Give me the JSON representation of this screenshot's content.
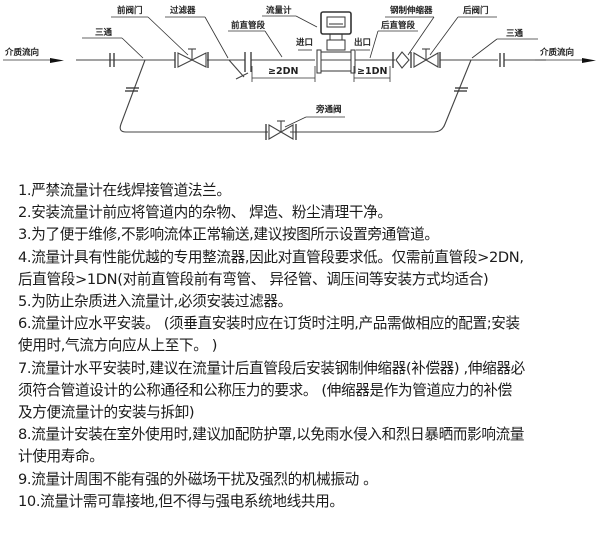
{
  "diagram": {
    "labels": {
      "flow_direction_in": "介质流向",
      "flow_direction_out": "介质流向",
      "tee_left": "三通",
      "tee_right": "三通",
      "front_valve": "前阀门",
      "filter": "过滤器",
      "flowmeter": "流量计",
      "front_straight_pipe": "前直管段",
      "inlet": "进口",
      "outlet": "出口",
      "rear_straight_pipe": "后直管段",
      "steel_expansion_joint": "钢制伸缩器",
      "rear_valve": "后阀门",
      "bypass_valve": "旁通阀",
      "front_length": "≥2DN",
      "rear_length": "≥1DN"
    }
  },
  "notes": {
    "lines": [
      "1.严禁流量计在线焊接管道法兰。",
      "2.安装流量计前应将管道内的杂物、 焊造、粉尘清理干净。",
      "3.为了便于维修,不影响流体正常输送,建议按图所示设置旁通管道。",
      "4.流量计具有性能优越的专用整流器,因此对直管段要求低。仅需前直管段>2DN,",
      "后直管段>1DN(对前直管段前有弯管、 异径管、调压间等安装方式均适合)",
      "5.为防止杂质进入流量计,必须安装过滤器。",
      "6.流量计应水平安装。 (须垂直安装时应在订货时注明,产品需做相应的配置;安装",
      "使用时,气流方向应从上至下。 )",
      "7.流量计水平安装时,建议在流量计后直管段后安装钢制伸缩器(补偿器) ,伸缩器必",
      "须符合管道设计的公称通径和公称压力的要求。 (伸缩器是作为管道应力的补偿",
      "及方便流量计的安装与拆卸)",
      "8.流量计安装在室外使用时,建议加配防护罩,以免雨水侵入和烈日暴晒而影响流量",
      "计使用寿命。",
      "9.流量计周围不能有强的外磁场干扰及强烈的机械振动 。",
      "10.流量计需可靠接地,但不得与强电系统地线共用。"
    ]
  }
}
